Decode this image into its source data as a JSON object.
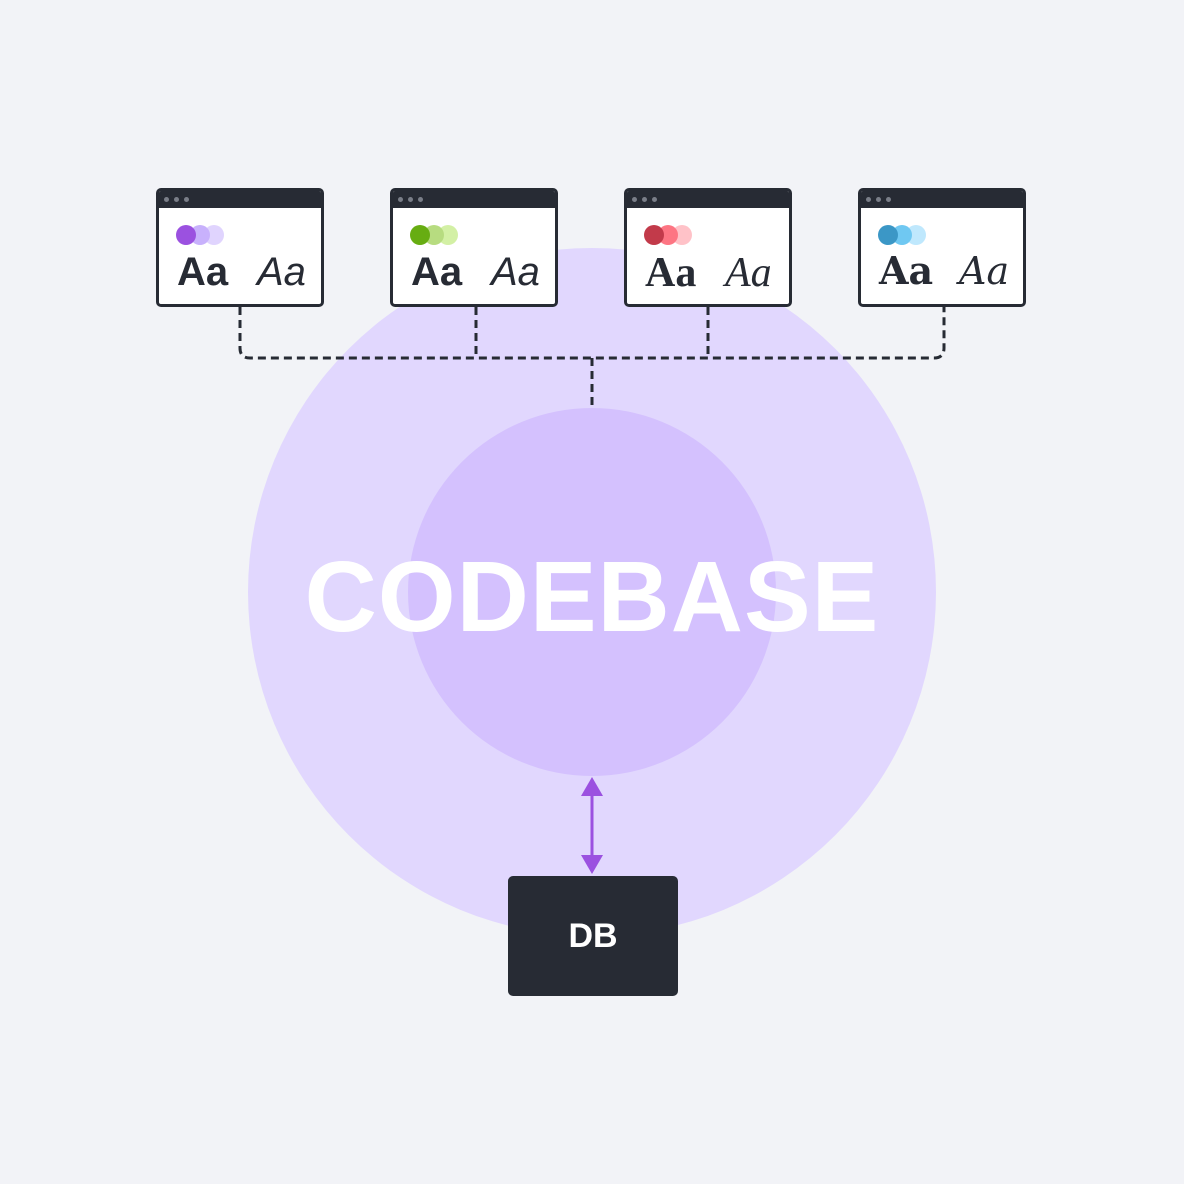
{
  "center_label": "CODEBASE",
  "db_label": "DB",
  "cards": [
    {
      "sample_bold": "Aa",
      "sample_italic": "Aa",
      "colors": [
        "#9b51e0",
        "#c8b1fc",
        "#e0d4fe"
      ]
    },
    {
      "sample_bold": "Aa",
      "sample_italic": "Aa",
      "colors": [
        "#67ad12",
        "#b7dc80",
        "#d3f0a5"
      ]
    },
    {
      "sample_bold": "Aa",
      "sample_italic": "Aa",
      "colors": [
        "#c23a4a",
        "#fd7583",
        "#ffc2c8"
      ]
    },
    {
      "sample_bold": "Aa",
      "sample_italic": "Aa",
      "colors": [
        "#3b97c6",
        "#6fc8f2",
        "#bfe8fd"
      ]
    }
  ],
  "colors": {
    "outer_circle": "#e1d7fe",
    "inner_circle": "#d4c1fe",
    "arrow": "#9b51e0",
    "dark": "#272b34",
    "background": "#f2f3f7"
  }
}
